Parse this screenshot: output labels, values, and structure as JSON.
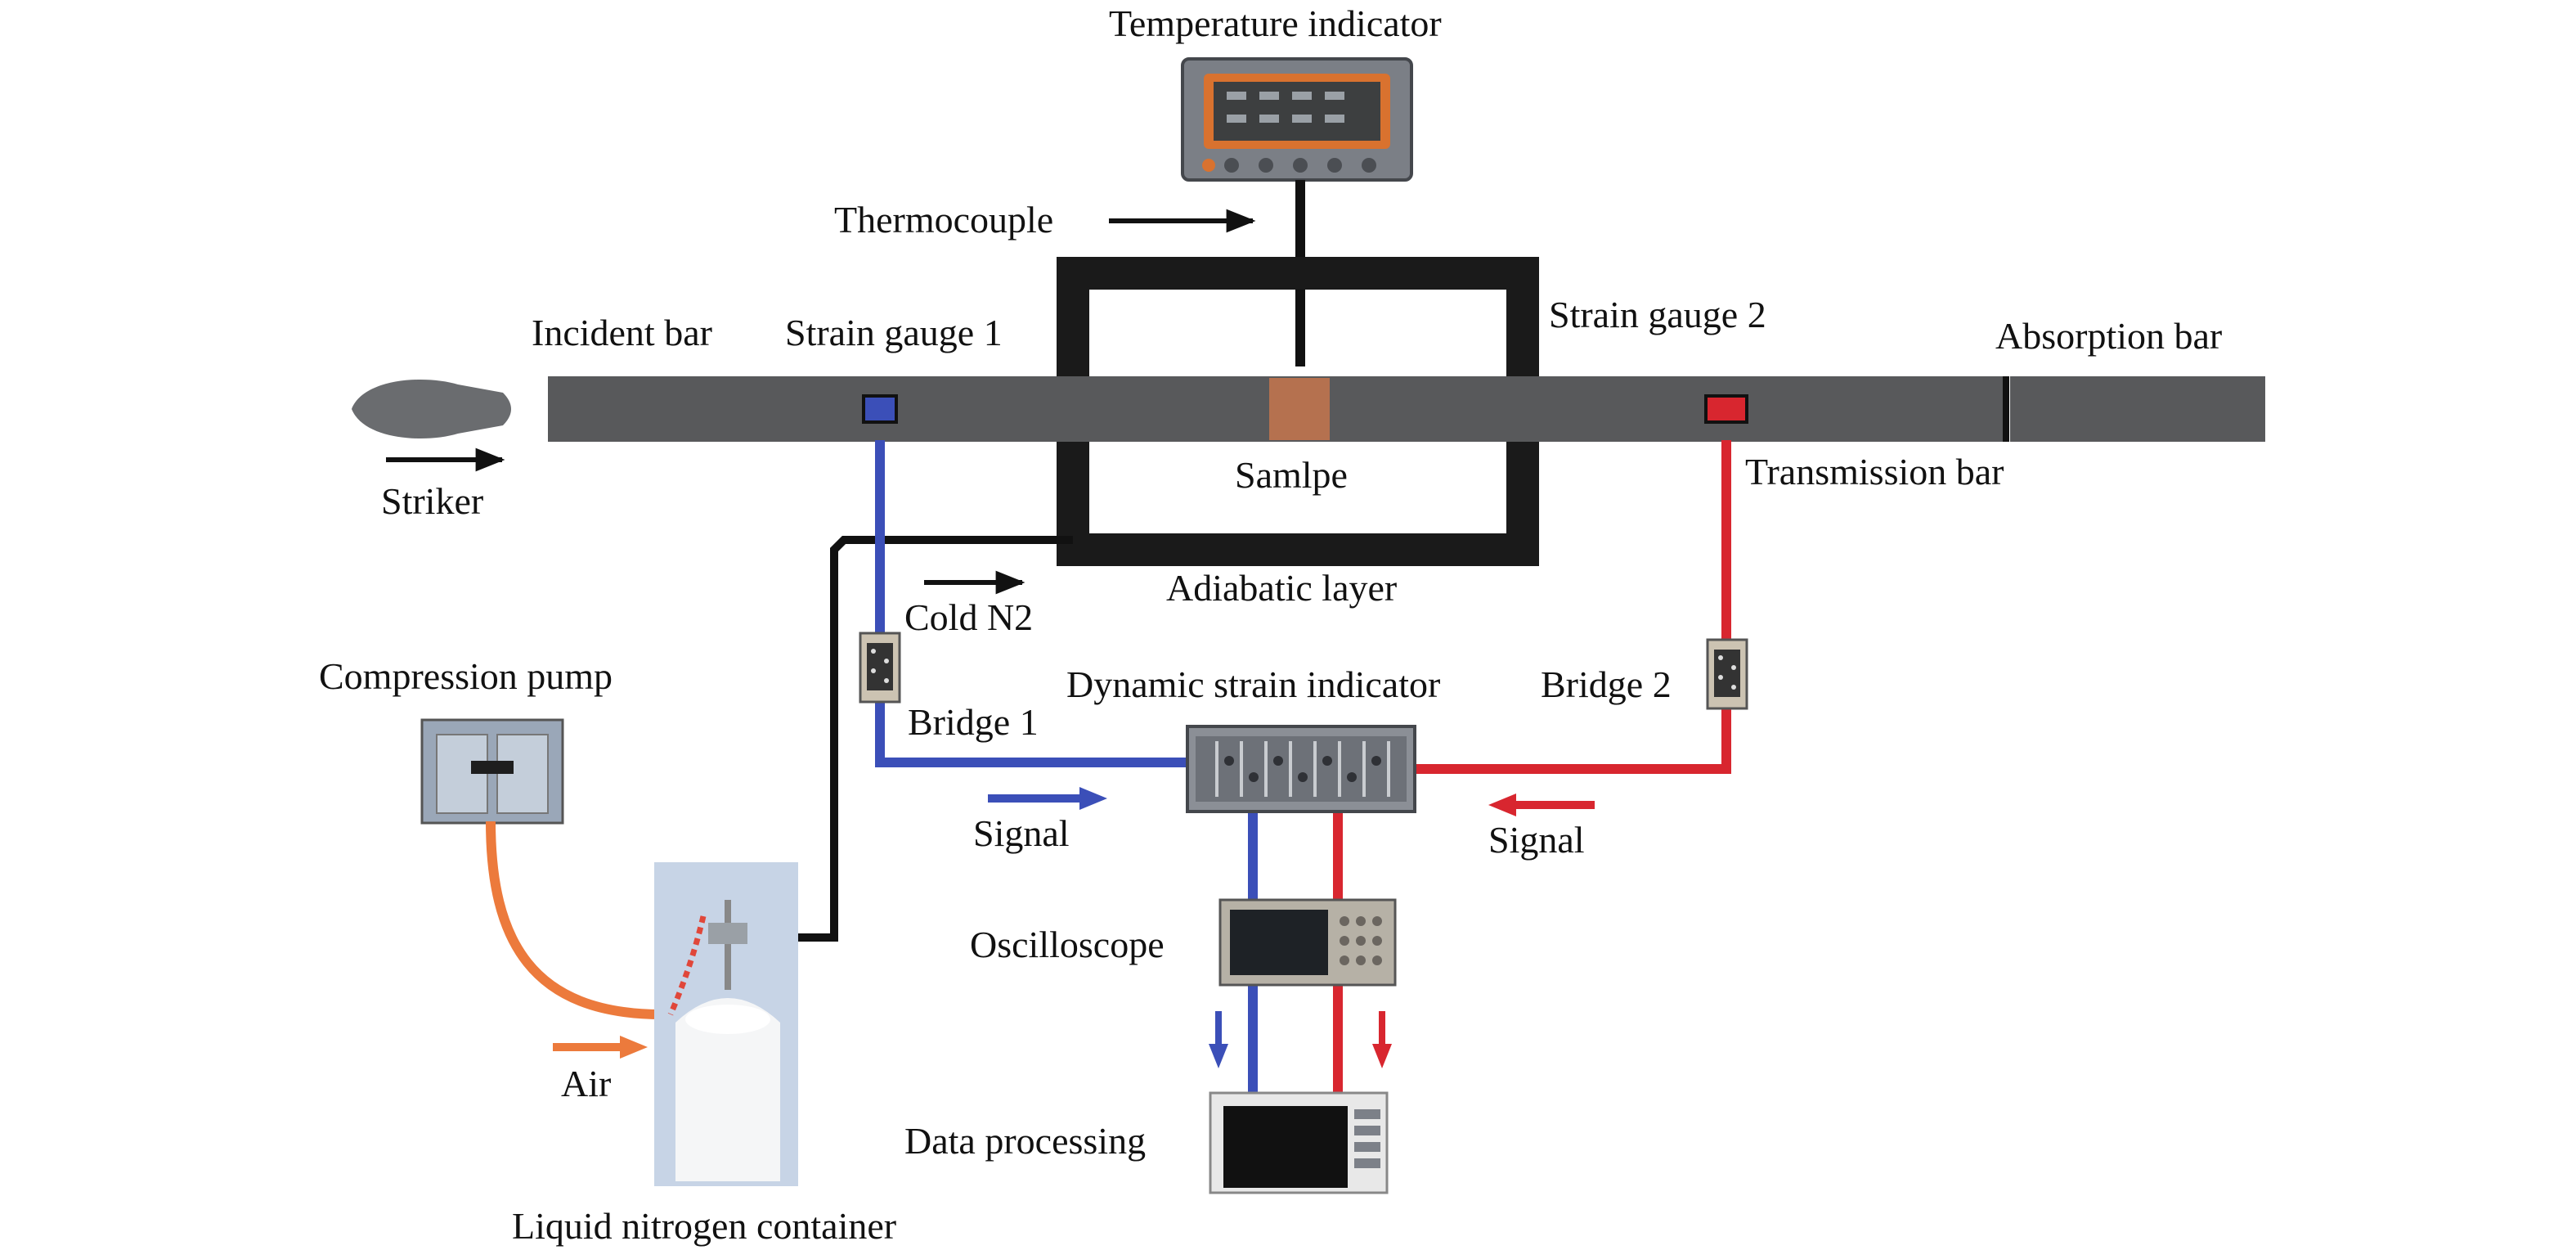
{
  "labels": {
    "temperature_indicator": "Temperature indicator",
    "thermocouple": "Thermocouple",
    "incident_bar": "Incident bar",
    "strain_gauge_1": "Strain gauge 1",
    "strain_gauge_2": "Strain gauge 2",
    "absorption_bar": "Absorption bar",
    "striker": "Striker",
    "sample": "Samlpe",
    "transmission_bar": "Transmission bar",
    "adiabatic_layer": "Adiabatic layer",
    "cold_n2": "Cold N2",
    "compression_pump": "Compression pump",
    "dynamic_strain_indicator": "Dynamic strain indicator",
    "bridge_1": "Bridge 1",
    "bridge_2": "Bridge 2",
    "signal_left": "Signal",
    "signal_right": "Signal",
    "oscilloscope": "Oscilloscope",
    "air": "Air",
    "data_processing": "Data processing",
    "liquid_nitrogen_container": "Liquid nitrogen container"
  },
  "colors": {
    "bar": "#58595b",
    "adiabatic": "#1a1a1a",
    "signal_blue": "#3b4fb8",
    "signal_red": "#d8262f",
    "sample": "#b5714f",
    "air_hose": "#ec7a3c",
    "air_coil": "#e0473a",
    "device_panel": "#8b8f96"
  }
}
